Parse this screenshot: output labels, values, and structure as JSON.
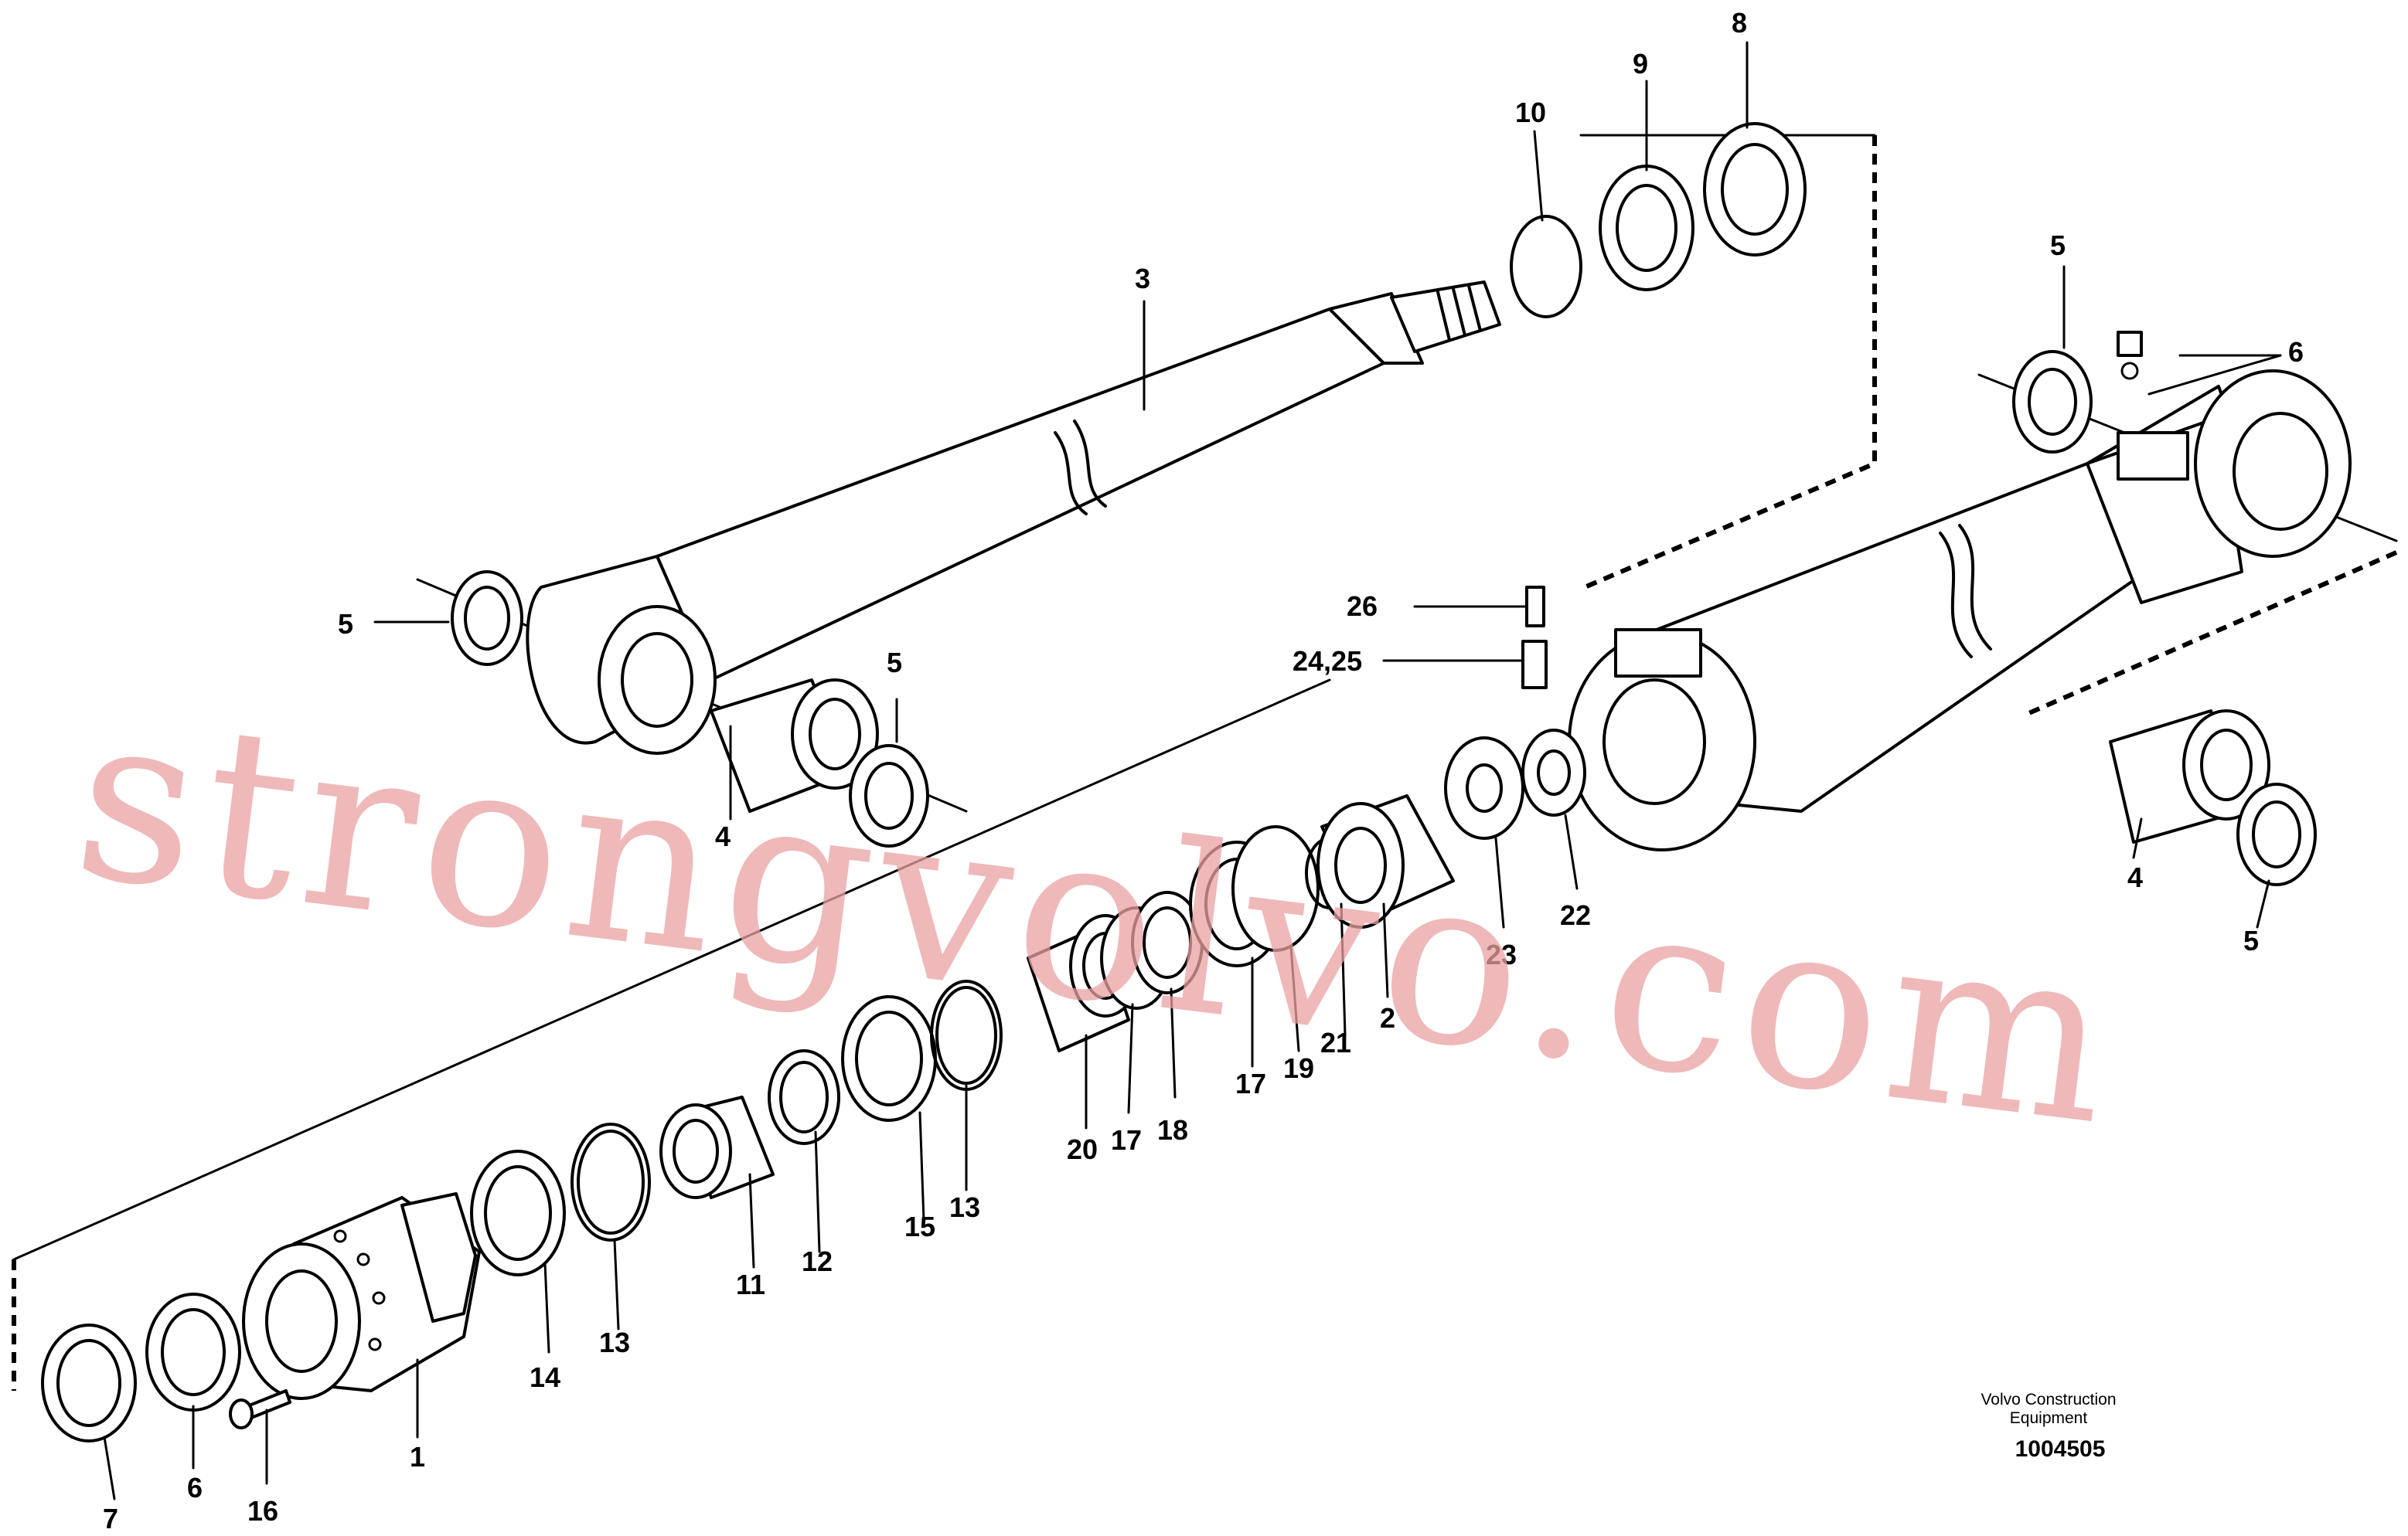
{
  "diagram": {
    "callouts": [
      "1",
      "2",
      "3",
      "4",
      "4",
      "5",
      "5",
      "5",
      "5",
      "6",
      "6",
      "7",
      "8",
      "9",
      "10",
      "11",
      "12",
      "13",
      "13",
      "14",
      "15",
      "16",
      "17",
      "17",
      "18",
      "19",
      "20",
      "21",
      "22",
      "23",
      "24,25",
      "26"
    ],
    "caption": {
      "line1": "Volvo Construction",
      "line2": "Equipment",
      "code": "1004505"
    },
    "watermark": "strongvolvo.com"
  }
}
